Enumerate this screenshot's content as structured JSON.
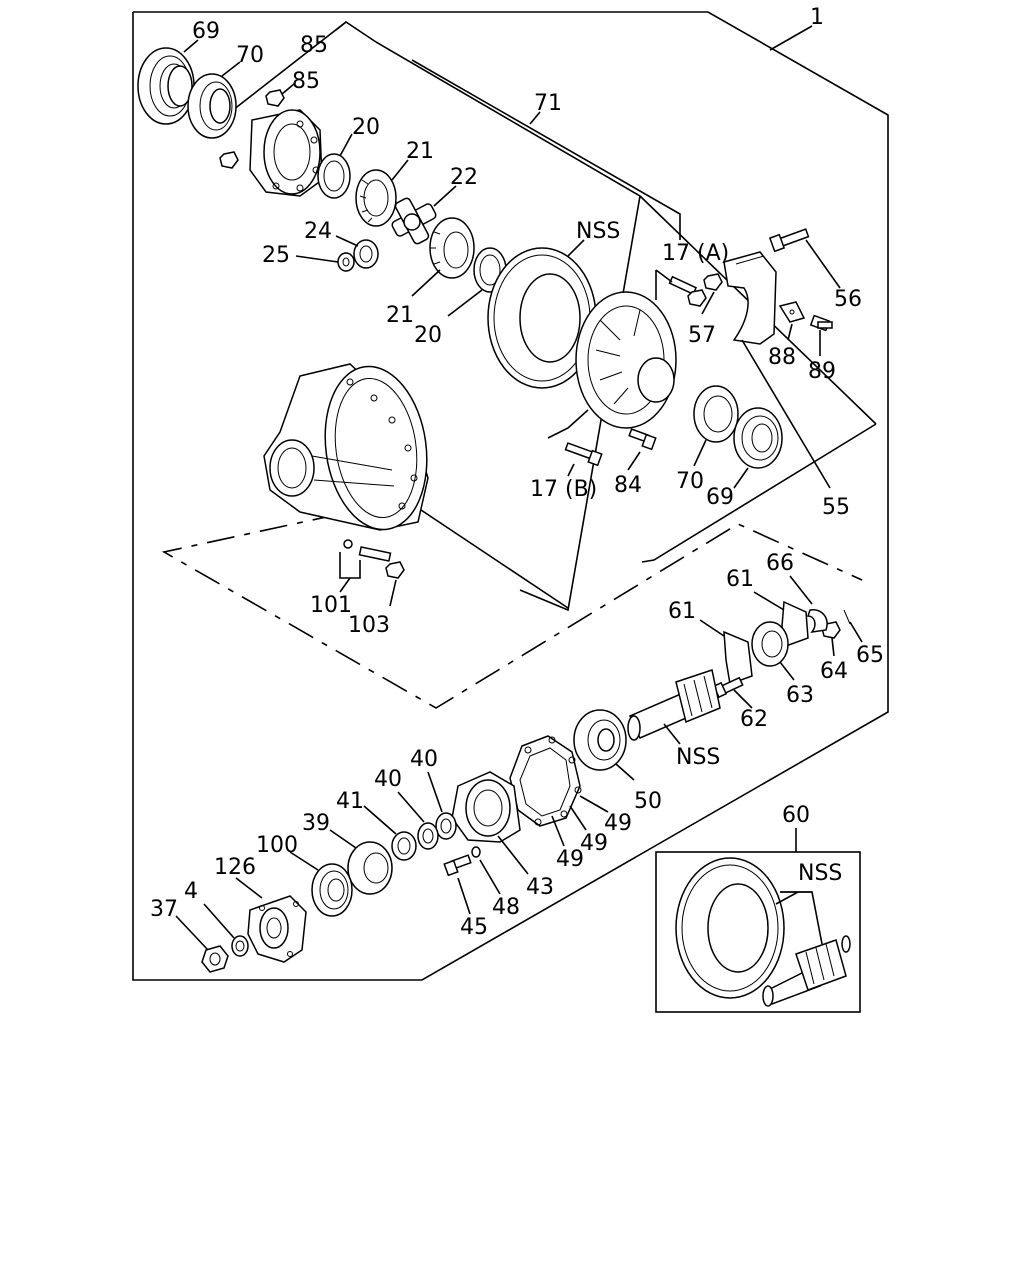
{
  "labels": {
    "l1": "1",
    "l69a": "69",
    "l70a": "70",
    "l85a": "85",
    "l85b": "85",
    "l71": "71",
    "l20a": "20",
    "l21a": "21",
    "l22": "22",
    "l24": "24",
    "l25": "25",
    "l21b": "21",
    "l20b": "20",
    "nss1": "NSS",
    "l17a": "17 (A)",
    "l56": "56",
    "l57": "57",
    "l88": "88",
    "l89": "89",
    "l17b": "17 (B)",
    "l84": "84",
    "l70b": "70",
    "l69b": "69",
    "l55": "55",
    "l101": "101",
    "l103": "103",
    "l66": "66",
    "l61a": "61",
    "l61b": "61",
    "l65": "65",
    "l64": "64",
    "l63": "63",
    "l62": "62",
    "nss2": "NSS",
    "l40a": "40",
    "l40b": "40",
    "l41": "41",
    "l39": "39",
    "l100": "100",
    "l126": "126",
    "l4": "4",
    "l37": "37",
    "l45": "45",
    "l48": "48",
    "l43": "43",
    "l49a": "49",
    "l49b": "49",
    "l49c": "49",
    "l50": "50",
    "l60": "60",
    "nss3": "NSS"
  }
}
